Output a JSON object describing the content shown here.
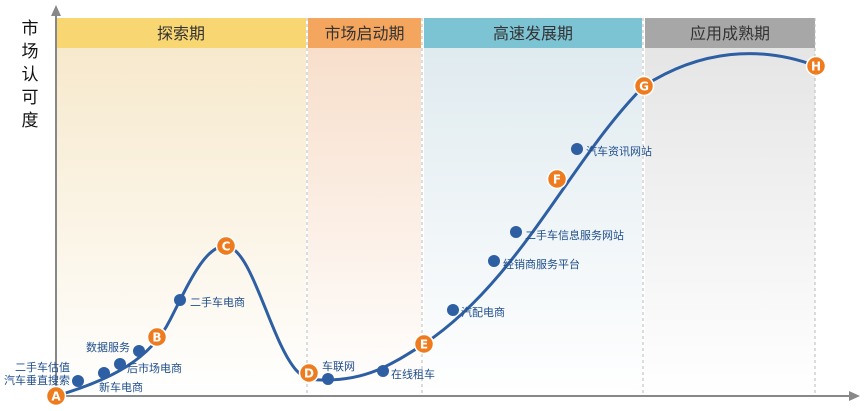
{
  "y_axis_label": [
    "市",
    "场",
    "认",
    "可",
    "度"
  ],
  "phases": [
    {
      "label": "探索期",
      "header_color": "#f8d773",
      "text_color": "#333333",
      "bg_top": "#f6e7c8"
    },
    {
      "label": "市场启动期",
      "header_color": "#f4a55e",
      "text_color": "#333333",
      "bg_top": "#f7dcc7"
    },
    {
      "label": "高速发展期",
      "header_color": "#7cc3d4",
      "text_color": "#333333",
      "bg_top": "#dde9ee"
    },
    {
      "label": "应用成熟期",
      "header_color": "#a7a7a7",
      "text_color": "#333333",
      "bg_top": "#e3e3e3"
    }
  ],
  "milestones": [
    "A",
    "B",
    "C",
    "D",
    "E",
    "F",
    "G",
    "H"
  ],
  "points": [
    {
      "label": "二手车估值"
    },
    {
      "label": "汽车垂直搜索"
    },
    {
      "label": "新车电商"
    },
    {
      "label": "后市场电商"
    },
    {
      "label": "数据服务"
    },
    {
      "label": "二手车电商"
    },
    {
      "label": "车联网"
    },
    {
      "label": "在线租车"
    },
    {
      "label": "汽配电商"
    },
    {
      "label": "经销商服务平台"
    },
    {
      "label": "二手车信息服务网站"
    },
    {
      "label": "汽车资讯网站"
    }
  ],
  "colors": {
    "curve": "#2e5fa3",
    "milestone": "#ef7b1f",
    "dot": "#2e5fa3",
    "axis": "#888888",
    "label": "#1f4e8c"
  }
}
